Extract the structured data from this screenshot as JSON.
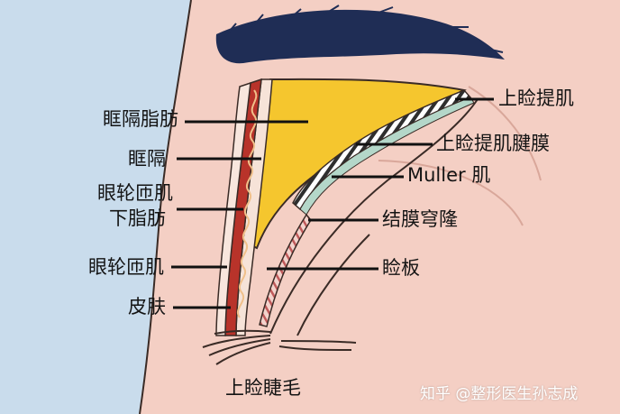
{
  "labels_left": {
    "orbital_fat": "眶隔脂肪",
    "orbital_septum": "眶隔",
    "sub_oculi_fat_line1": "眼轮匝肌",
    "sub_oculi_fat_line2": "下脂肪",
    "orbicularis_oculi": "眼轮匝肌",
    "skin": "皮肤"
  },
  "labels_right": {
    "levator": "上睑提肌",
    "levator_aponeurosis": "上睑提肌腱膜",
    "muller": "Muller 肌",
    "conjunctival_fornix": "结膜穹隆",
    "tarsus": "睑板"
  },
  "label_bottom": {
    "eyelashes": "上睑睫毛"
  },
  "watermark": "知乎 @整形医生孙志成",
  "colors": {
    "background": "#f4cfc4",
    "face_side": "#c9dcec",
    "eyebrow": "#1f2d55",
    "fat": "#f5c62e",
    "muscle_red": "#b8332a",
    "septum": "#f6e3d8",
    "teal": "#b4d7c9",
    "outline": "#3a2b26"
  }
}
